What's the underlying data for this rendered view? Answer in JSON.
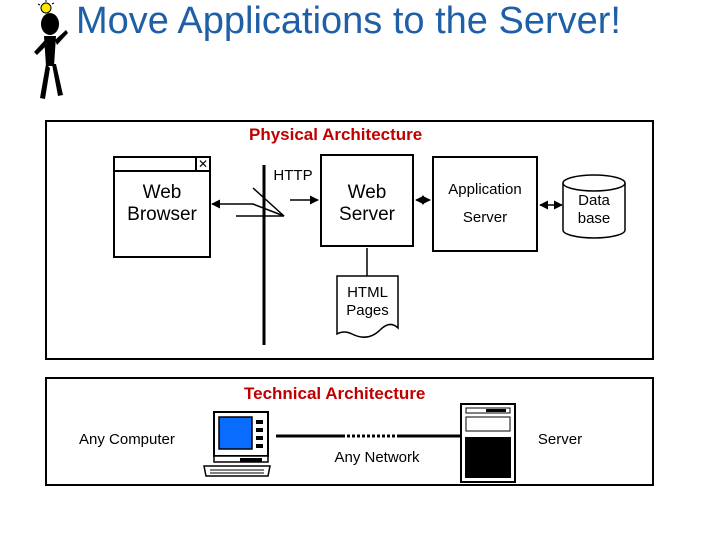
{
  "slide": {
    "title": "Move Applications to the Server!"
  },
  "physical": {
    "section_title": "Physical Architecture",
    "browser_label_line1": "Web",
    "browser_label_line2": "Browser",
    "http_label": "HTTP",
    "webserver_label_line1": "Web",
    "webserver_label_line2": "Server",
    "appserver_label_line1": "Application",
    "appserver_label_line2": "Server",
    "database_label_line1": "Data",
    "database_label_line2": "base",
    "pages_label_line1": "HTML",
    "pages_label_line2": "Pages"
  },
  "technical": {
    "section_title": "Technical Architecture",
    "computer_label": "Any Computer",
    "network_label": "Any Network",
    "server_label": "Server"
  },
  "colors": {
    "title": "#1f5fa8",
    "section_title": "#c00000",
    "monitor_screen": "#0a6cff",
    "idea_bulb": "#ffe800"
  },
  "icons": [
    "stick-figure-with-idea-icon",
    "computer-icon",
    "server-tower-icon"
  ]
}
